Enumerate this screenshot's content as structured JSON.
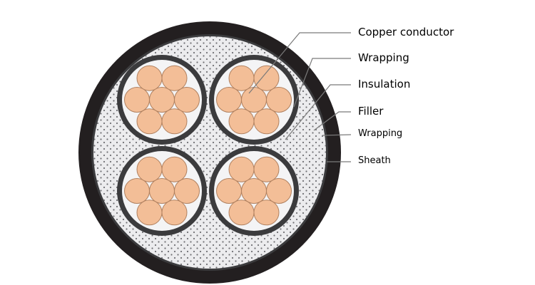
{
  "labels": {
    "copper_conductor": "Copper conductor",
    "wrapping_inner": "Wrapping",
    "insulation": "Insulation",
    "filler": "Filler",
    "wrapping_outer": "Wrapping",
    "sheath": "Sheath"
  },
  "colors": {
    "sheath": "#231f20",
    "filler": "#ececee",
    "filler_dots": "#6f6f73",
    "wrapping": "#3b3b3d",
    "insulation": "#f4f4f5",
    "conductor": "#f3be97",
    "conductor_edge": "#b0805f",
    "leader": "#7a7a7a"
  },
  "structure": {
    "cores": 4,
    "strands_per_core": 7
  }
}
